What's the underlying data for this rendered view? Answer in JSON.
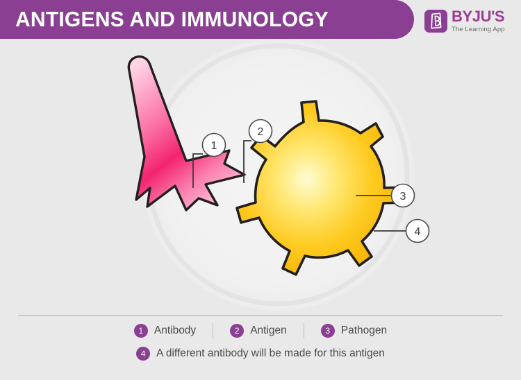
{
  "header": {
    "title": "ANTIGENS AND IMMUNOLOGY",
    "bar_color": "#8b3f93",
    "title_color": "#ffffff"
  },
  "logo": {
    "mark_icon": "byjus-b-logo-icon",
    "wordmark": "BYJU'S",
    "tagline": "The Learning App",
    "wordmark_color": "#9b3d93",
    "tagline_color": "#6d6d6d"
  },
  "illustration": {
    "background_color": "#e9e9e9",
    "antibody": {
      "name": "antibody-shape",
      "gradient_from": "#ffd2e4",
      "gradient_to": "#f3246f",
      "outline_color": "#231f20"
    },
    "pathogen": {
      "name": "pathogen-shape",
      "gradient_center": "#fff8c8",
      "gradient_edge": "#f5b301",
      "outline_color": "#231f20"
    },
    "callouts": [
      {
        "number": "1",
        "target": "antibody"
      },
      {
        "number": "2",
        "target": "antigen-spike"
      },
      {
        "number": "3",
        "target": "pathogen-body"
      },
      {
        "number": "4",
        "target": "different-antigen-spike"
      }
    ]
  },
  "legend": {
    "divider_color": "#c8c8c8",
    "bullet_color": "#8b3f93",
    "text_color": "#4a4a4a",
    "row1": [
      {
        "number": "1",
        "label": "Antibody"
      },
      {
        "number": "2",
        "label": "Antigen"
      },
      {
        "number": "3",
        "label": "Pathogen"
      }
    ],
    "row2": [
      {
        "number": "4",
        "label": "A different antibody will be made for this antigen"
      }
    ]
  }
}
